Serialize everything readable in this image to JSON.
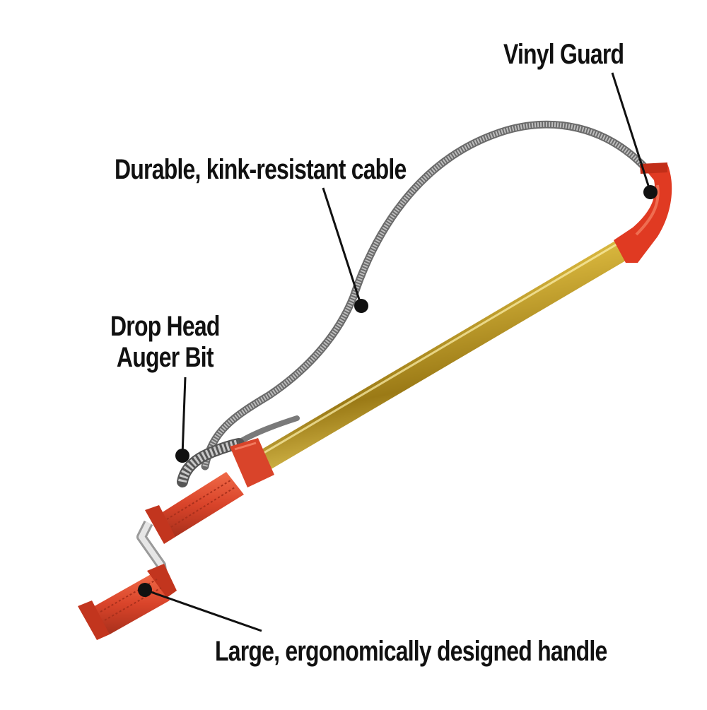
{
  "callouts": {
    "vinyl_guard": "Vinyl Guard",
    "cable": "Durable, kink-resistant cable",
    "drop_head_line1": "Drop Head",
    "drop_head_line2": "Auger Bit",
    "handle": "Large, ergonomically designed handle"
  },
  "colors": {
    "handle_red": "#d9442a",
    "guard_red": "#e03a22",
    "tube_gold": "#d4b23a",
    "cable_gray": "#8a8a8a",
    "crank_silver": "#d0d0d0",
    "text": "#111111"
  }
}
